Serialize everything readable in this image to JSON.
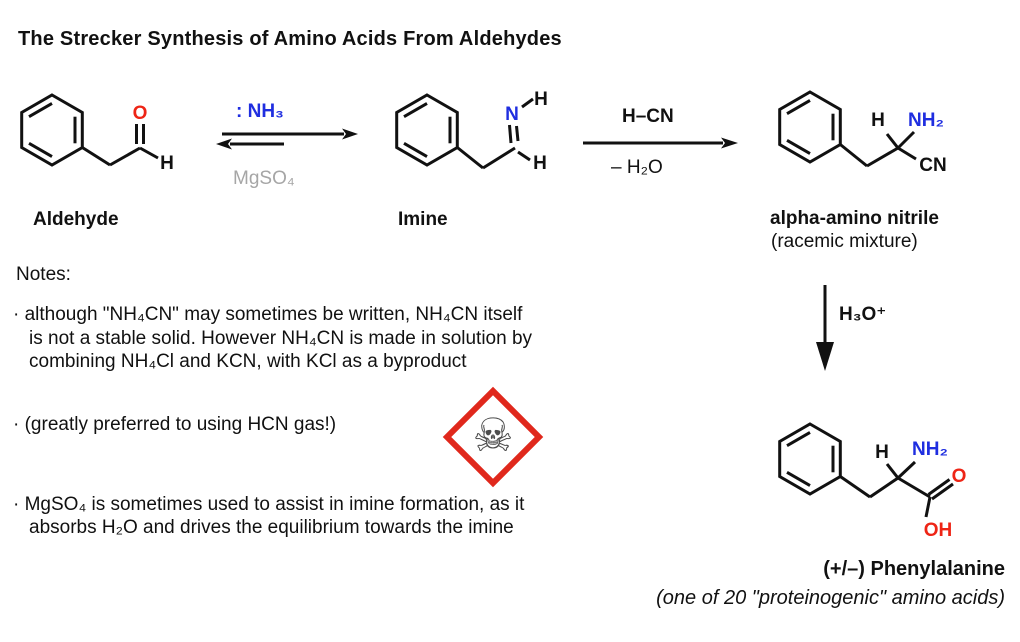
{
  "title": "The Strecker Synthesis of Amino Acids From Aldehydes",
  "scheme": {
    "aldehyde": {
      "label": "Aldehyde",
      "atom_o": "O",
      "atom_h": "H"
    },
    "step1": {
      "above": ": NH₃",
      "below": "MgSO₄"
    },
    "imine": {
      "label": "Imine",
      "atom_n": "N",
      "atom_h_top": "H",
      "atom_h_bottom": "H"
    },
    "step2": {
      "above": "H–CN",
      "below": "– H₂O"
    },
    "amino_nitrile": {
      "label": "alpha-amino nitrile",
      "sublabel": "(racemic mixture)",
      "atom_h": "H",
      "atom_nh2": "NH₂",
      "atom_cn": "CN"
    },
    "step3": {
      "reagent": "H₃O⁺"
    },
    "phenylalanine": {
      "label": "(+/–) Phenylalanine",
      "sublabel": "(one of 20 \"proteinogenic\" amino acids)",
      "atom_h": "H",
      "atom_nh2": "NH₂",
      "atom_o": "O",
      "atom_oh": "OH"
    }
  },
  "notes": {
    "heading": "Notes:",
    "note1_line1": "· although \"NH₄CN\" may sometimes be written, NH₄CN itself",
    "note1_line2": "is not a stable solid. However NH₄CN is made in solution by",
    "note1_line3": "combining NH₄Cl and KCN, with KCl as a byproduct",
    "note2_line1": "· (greatly preferred to using HCN gas!)",
    "note3_line1": "· MgSO₄ is sometimes used to assist in imine formation, as it",
    "note3_line2": "absorbs H₂O and drives the equilibrium towards the imine"
  },
  "hazard": {
    "icon": "skull-crossbones-icon",
    "glyph": "☠"
  },
  "colors": {
    "blue": "#1f2ee0",
    "red": "#ee2516",
    "gray": "#a6a6a6",
    "black": "#111111",
    "hazard_red": "#e0281c"
  }
}
